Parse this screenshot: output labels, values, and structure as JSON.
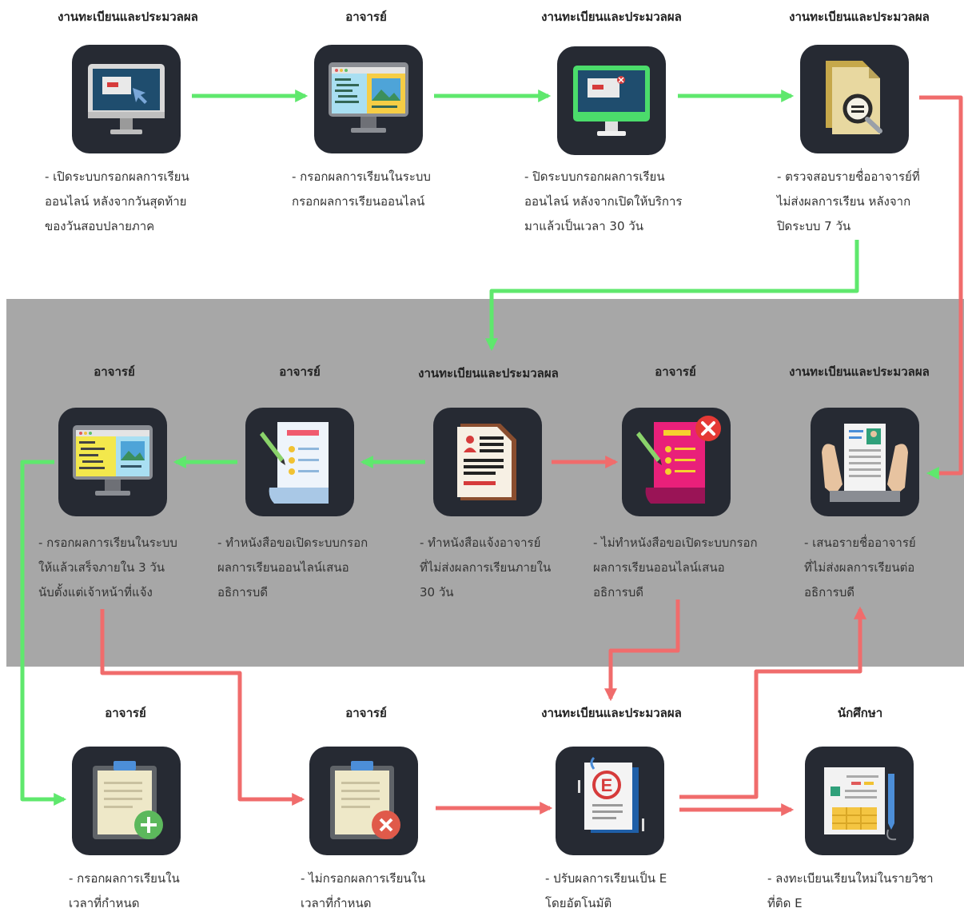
{
  "colors": {
    "green": "#5fe86d",
    "red": "#f06c6c",
    "band": "#a7a7a7",
    "tile": "#262a33"
  },
  "steps": [
    {
      "role": "งานทะเบียนและประมวลผล",
      "icon": "monitor-cursor-icon",
      "desc": "- เปิดระบบกรอกผลการเรียน\nออนไลน์ หลังจากวันสุดท้าย\nของวันสอบปลายภาค"
    },
    {
      "role": "อาจารย์",
      "icon": "monitor-code-icon",
      "desc": "- กรอกผลการเรียนในระบบ\nกรอกผลการเรียนออนไลน์"
    },
    {
      "role": "งานทะเบียนและประมวลผล",
      "icon": "monitor-closed-icon",
      "desc": "- ปิดระบบกรอกผลการเรียน\nออนไลน์ หลังจากเปิดให้บริการ\nมาแล้วเป็นเวลา 30 วัน"
    },
    {
      "role": "งานทะเบียนและประมวลผล",
      "icon": "document-search-icon",
      "desc": "- ตรวจสอบรายชื่ออาจารย์ที่\nไม่ส่งผลการเรียน หลังจาก\nปิดระบบ 7 วัน"
    },
    {
      "role": "อาจารย์",
      "icon": "monitor-code-icon",
      "desc": "- กรอกผลการเรียนในระบบ\nให้แล้วเสร็จภายใน 3 วัน\nนับตั้งแต่เจ้าหน้าที่แจ้ง"
    },
    {
      "role": "อาจารย์",
      "icon": "letter-pencil-icon",
      "desc": "- ทำหนังสือขอเปิดระบบกรอก\nผลการเรียนออนไลน์เสนอ\nอธิการบดี"
    },
    {
      "role": "งานทะเบียนและประมวลผล",
      "icon": "notice-document-icon",
      "desc": "- ทำหนังสือแจ้งอาจารย์\nที่ไม่ส่งผลการเรียนภายใน\n30 วัน"
    },
    {
      "role": "อาจารย์",
      "icon": "letter-rejected-icon",
      "desc": "- ไม่ทำหนังสือขอเปิดระบบกรอก\nผลการเรียนออนไลน์เสนอ\nอธิการบดี"
    },
    {
      "role": "งานทะเบียนและประมวลผล",
      "icon": "resume-hands-icon",
      "desc": "- เสนอรายชื่ออาจารย์\nที่ไม่ส่งผลการเรียนต่อ\nอธิการบดี"
    },
    {
      "role": "อาจารย์",
      "icon": "clipboard-add-icon",
      "desc": "- กรอกผลการเรียนใน\nเวลาที่กำหนด"
    },
    {
      "role": "อาจารย์",
      "icon": "clipboard-cancel-icon",
      "desc": "- ไม่กรอกผลการเรียนใน\nเวลาที่กำหนด"
    },
    {
      "role": "งานทะเบียนและประมวลผล",
      "icon": "grade-e-document-icon",
      "desc": "- ปรับผลการเรียนเป็น E\nโดยอัตโนมัติ"
    },
    {
      "role": "นักศึกษา",
      "icon": "registration-form-icon",
      "desc": "- ลงทะเบียนเรียนใหม่ในรายวิชา\nที่ติด E"
    }
  ]
}
